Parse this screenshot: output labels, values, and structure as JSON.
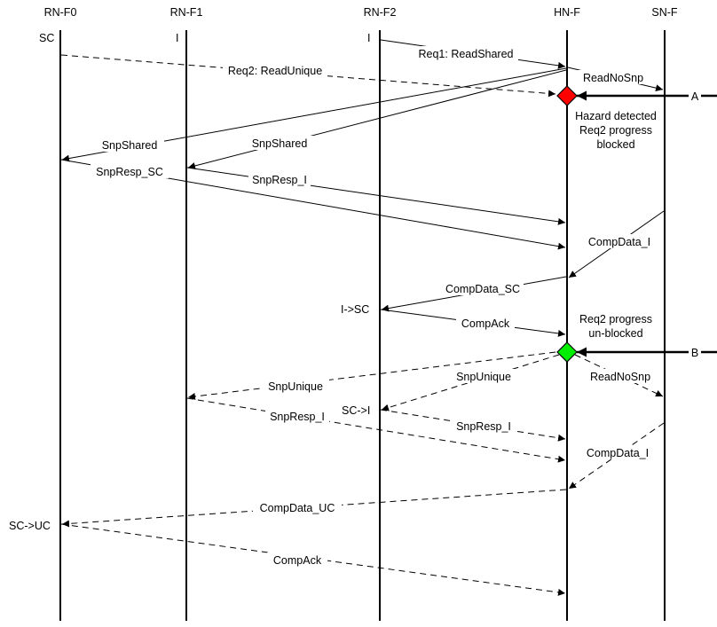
{
  "lifelines": [
    {
      "id": "rnf0",
      "label": "RN-F0",
      "initial_state": "SC"
    },
    {
      "id": "rnf1",
      "label": "RN-F1",
      "initial_state": "I"
    },
    {
      "id": "rnf2",
      "label": "RN-F2",
      "initial_state": "I"
    },
    {
      "id": "hnf",
      "label": "HN-F",
      "initial_state": ""
    },
    {
      "id": "snf",
      "label": "SN-F",
      "initial_state": ""
    }
  ],
  "messages": [
    {
      "id": "req1",
      "label": "Req1: ReadShared"
    },
    {
      "id": "req2",
      "label": "Req2: ReadUnique"
    },
    {
      "id": "readnosnp1",
      "label": "ReadNoSnp"
    },
    {
      "id": "snpshared0",
      "label": "SnpShared"
    },
    {
      "id": "snpshared1",
      "label": "SnpShared"
    },
    {
      "id": "snpresp_sc",
      "label": "SnpResp_SC"
    },
    {
      "id": "snpresp_i1",
      "label": "SnpResp_I"
    },
    {
      "id": "compdata_i1",
      "label": "CompData_I"
    },
    {
      "id": "compdata_sc",
      "label": "CompData_SC"
    },
    {
      "id": "compack1",
      "label": "CompAck"
    },
    {
      "id": "snpunique1",
      "label": "SnpUnique"
    },
    {
      "id": "snpunique2",
      "label": "SnpUnique"
    },
    {
      "id": "readnosnp2",
      "label": "ReadNoSnp"
    },
    {
      "id": "snpresp_i_f1",
      "label": "SnpResp_I"
    },
    {
      "id": "snpresp_i_f2",
      "label": "SnpResp_I"
    },
    {
      "id": "compdata_i2",
      "label": "CompData_I"
    },
    {
      "id": "compdata_uc",
      "label": "CompData_UC"
    },
    {
      "id": "compack2",
      "label": "CompAck"
    }
  ],
  "markers": [
    {
      "id": "A",
      "label": "A",
      "color": "#ff0000"
    },
    {
      "id": "B",
      "label": "B",
      "color": "#00ee00"
    }
  ],
  "notes": {
    "hazard": [
      "Hazard detected",
      "Req2 progress",
      "blocked"
    ],
    "unblocked": [
      "Req2 progress",
      "un-blocked"
    ]
  },
  "state_changes": {
    "rnf2_first": "I->SC",
    "rnf2_second": "SC->I",
    "rnf0": "SC->UC"
  }
}
